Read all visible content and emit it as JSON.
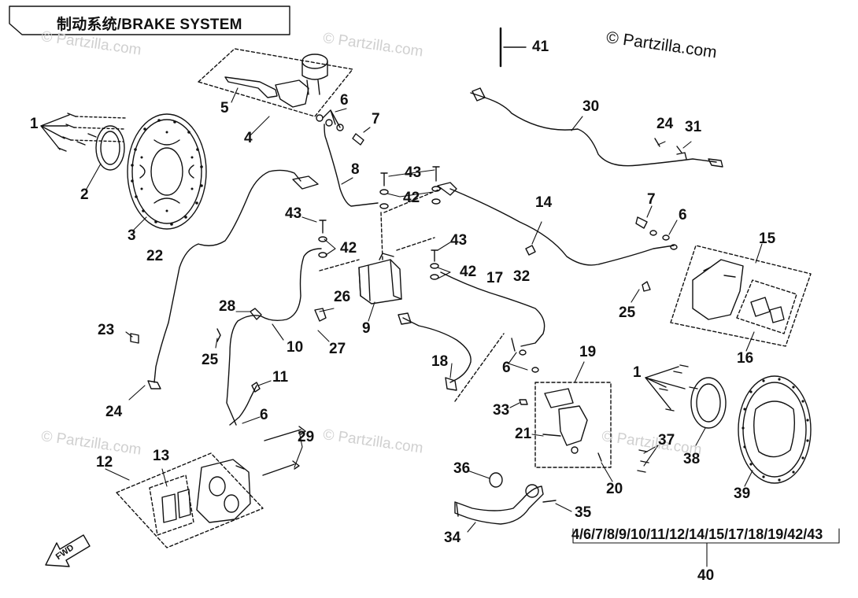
{
  "title": "制动系统/BRAKE SYSTEM",
  "copyright": "© Partzilla.com",
  "watermark": "© Partzilla.com",
  "kit_list": "4/6/7/8/9/10/11/12/14/15/17/18/19/42/43",
  "direction_label": "FWD",
  "callouts": [
    {
      "id": "1a",
      "text": "1"
    },
    {
      "id": "1b",
      "text": "1"
    },
    {
      "id": "2",
      "text": "2"
    },
    {
      "id": "3",
      "text": "3"
    },
    {
      "id": "4",
      "text": "4"
    },
    {
      "id": "5",
      "text": "5"
    },
    {
      "id": "6a",
      "text": "6"
    },
    {
      "id": "6b",
      "text": "6"
    },
    {
      "id": "6c",
      "text": "6"
    },
    {
      "id": "6d",
      "text": "6"
    },
    {
      "id": "7a",
      "text": "7"
    },
    {
      "id": "7b",
      "text": "7"
    },
    {
      "id": "8",
      "text": "8"
    },
    {
      "id": "9",
      "text": "9"
    },
    {
      "id": "10",
      "text": "10"
    },
    {
      "id": "11",
      "text": "11"
    },
    {
      "id": "12",
      "text": "12"
    },
    {
      "id": "13",
      "text": "13"
    },
    {
      "id": "14",
      "text": "14"
    },
    {
      "id": "15",
      "text": "15"
    },
    {
      "id": "16",
      "text": "16"
    },
    {
      "id": "17",
      "text": "17"
    },
    {
      "id": "18",
      "text": "18"
    },
    {
      "id": "19",
      "text": "19"
    },
    {
      "id": "20",
      "text": "20"
    },
    {
      "id": "21",
      "text": "21"
    },
    {
      "id": "22",
      "text": "22"
    },
    {
      "id": "23",
      "text": "23"
    },
    {
      "id": "24a",
      "text": "24"
    },
    {
      "id": "24b",
      "text": "24"
    },
    {
      "id": "25a",
      "text": "25"
    },
    {
      "id": "25b",
      "text": "25"
    },
    {
      "id": "26",
      "text": "26"
    },
    {
      "id": "27",
      "text": "27"
    },
    {
      "id": "28",
      "text": "28"
    },
    {
      "id": "29",
      "text": "29"
    },
    {
      "id": "30",
      "text": "30"
    },
    {
      "id": "31",
      "text": "31"
    },
    {
      "id": "32",
      "text": "32"
    },
    {
      "id": "33",
      "text": "33"
    },
    {
      "id": "34",
      "text": "34"
    },
    {
      "id": "35",
      "text": "35"
    },
    {
      "id": "36",
      "text": "36"
    },
    {
      "id": "37",
      "text": "37"
    },
    {
      "id": "38",
      "text": "38"
    },
    {
      "id": "39",
      "text": "39"
    },
    {
      "id": "40",
      "text": "40"
    },
    {
      "id": "41",
      "text": "41"
    },
    {
      "id": "42a",
      "text": "42"
    },
    {
      "id": "42b",
      "text": "42"
    },
    {
      "id": "42c",
      "text": "42"
    },
    {
      "id": "43a",
      "text": "43"
    },
    {
      "id": "43b",
      "text": "43"
    },
    {
      "id": "43c",
      "text": "43"
    }
  ]
}
